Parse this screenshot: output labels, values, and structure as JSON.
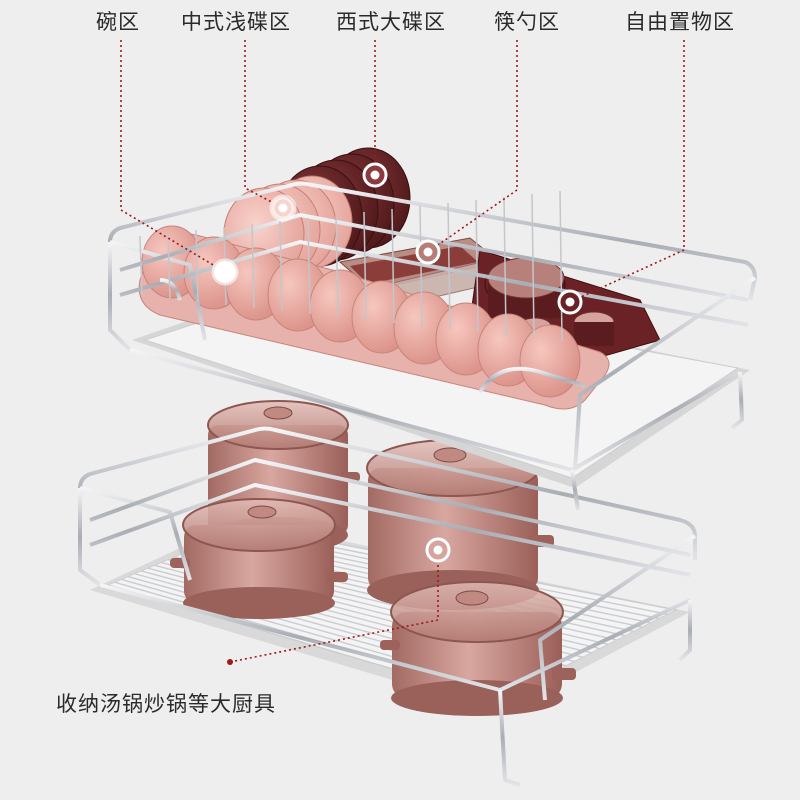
{
  "zone_labels": {
    "bowl": "碗区",
    "chinese_plate": "中式浅碟区",
    "western_plate": "西式大碟区",
    "chopstick_spoon": "筷勺区",
    "free_storage": "自由置物区"
  },
  "bottom_caption": "收纳汤锅炒锅等大厨具",
  "colors": {
    "background": "#eeeeee",
    "leader_line": "#a01818",
    "rack_wire": "#b8bcc2",
    "dish_pink": "#e6a49c",
    "plate_dark": "#5c2024",
    "pot_copper": "#b7817a"
  }
}
